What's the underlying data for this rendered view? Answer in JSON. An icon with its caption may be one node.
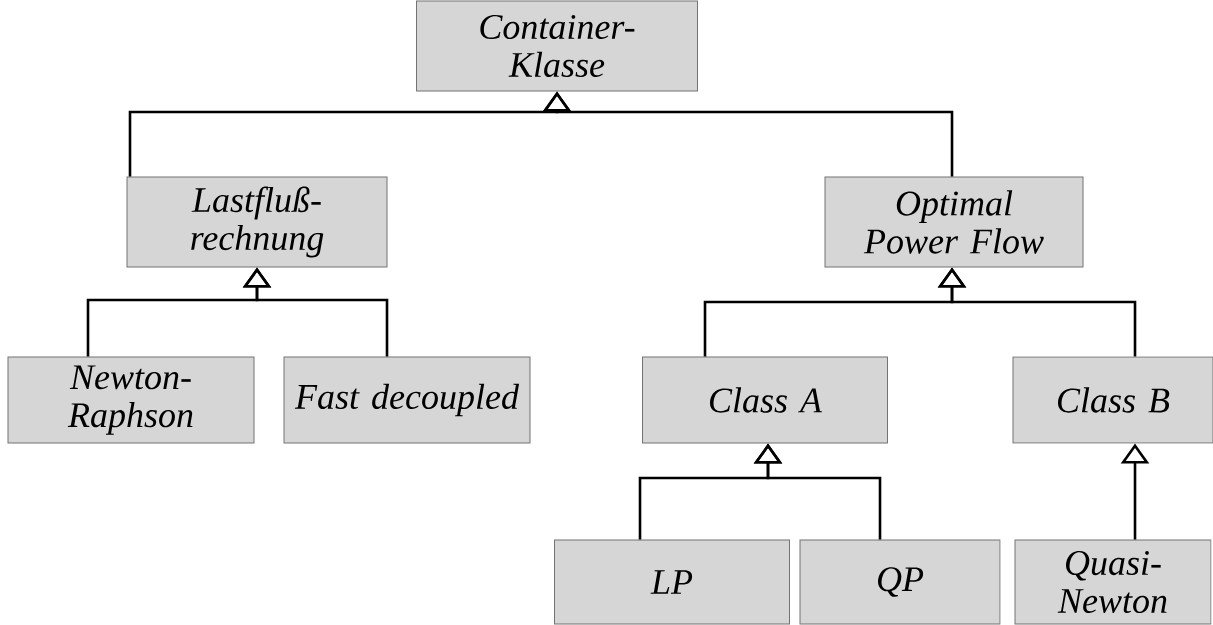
{
  "diagram": {
    "nodes": [
      {
        "text": [
          "Container- Klasse"
        ]
      },
      {
        "text": [
          "Lastfluß- rechnung"
        ]
      },
      {
        "text": [
          "Optimal Power Flow"
        ]
      },
      {
        "text": [
          "Newton- Raphson"
        ]
      },
      {
        "text": [
          "Fast decoupled"
        ]
      },
      {
        "text": [
          "Class A"
        ]
      },
      {
        "text": [
          "Class B"
        ]
      },
      {
        "text": [
          "LP"
        ]
      },
      {
        "text": [
          "QP"
        ]
      },
      {
        "text": [
          "Quasi- Newton"
        ]
      }
    ],
    "edges": [
      {
        "from": 1,
        "to": 0,
        "arrow": "to"
      },
      {
        "from": 2,
        "to": 0,
        "arrow": "to"
      },
      {
        "from": 3,
        "to": 1,
        "arrow": "to"
      },
      {
        "from": 4,
        "to": 1,
        "arrow": "to"
      },
      {
        "from": 5,
        "to": 2,
        "arrow": "to"
      },
      {
        "from": 6,
        "to": 2,
        "arrow": "to"
      },
      {
        "from": 7,
        "to": 5,
        "arrow": "to"
      },
      {
        "from": 8,
        "to": 5,
        "arrow": "to"
      },
      {
        "from": 9,
        "to": 6,
        "arrow": "to"
      }
    ]
  }
}
